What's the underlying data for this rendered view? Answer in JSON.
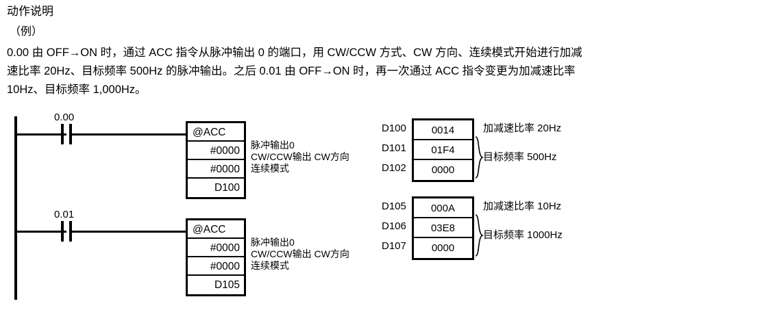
{
  "document": {
    "title": "动作说明",
    "subtitle": "（例）",
    "paragraph_lines": [
      "0.00 由 OFF→ON 时，通过 ACC 指令从脉冲输出 0 的端口，用 CW/CCW 方式、CW 方向、连续模式开始进行加减",
      "速比率 20Hz、目标频率 500Hz 的脉冲输出。之后 0.01 由 OFF→ON 时，再一次通过 ACC 指令变更为加减速比率",
      "10Hz、目标频率 1,000Hz。"
    ]
  },
  "ladder": {
    "rungs": [
      {
        "contact_label": "0.00",
        "instruction": {
          "name": "@ACC",
          "operands": [
            "#0000",
            "#0000",
            "D100"
          ]
        },
        "note_lines": [
          "脉冲输出0",
          "CW/CCW输出 CW方向",
          "连续模式"
        ]
      },
      {
        "contact_label": "0.01",
        "instruction": {
          "name": "@ACC",
          "operands": [
            "#0000",
            "#0000",
            "D105"
          ]
        },
        "note_lines": [
          "脉冲输出0",
          "CW/CCW输出 CW方向",
          "连续模式"
        ]
      }
    ]
  },
  "data_tables": [
    {
      "rows": [
        {
          "address": "D100",
          "value": "0014"
        },
        {
          "address": "D101",
          "value": "01F4"
        },
        {
          "address": "D102",
          "value": "0000"
        }
      ],
      "notes": [
        {
          "text": "加减速比率 20Hz",
          "spans_rows": 1
        },
        {
          "text": "目标频率 500Hz",
          "spans_rows": 2
        }
      ]
    },
    {
      "rows": [
        {
          "address": "D105",
          "value": "000A"
        },
        {
          "address": "D106",
          "value": "03E8"
        },
        {
          "address": "D107",
          "value": "0000"
        }
      ],
      "notes": [
        {
          "text": "加减速比率 10Hz",
          "spans_rows": 1
        },
        {
          "text": "目标频率 1000Hz",
          "spans_rows": 2
        }
      ]
    }
  ],
  "colors": {
    "ink": "#000000",
    "background": "#ffffff"
  }
}
